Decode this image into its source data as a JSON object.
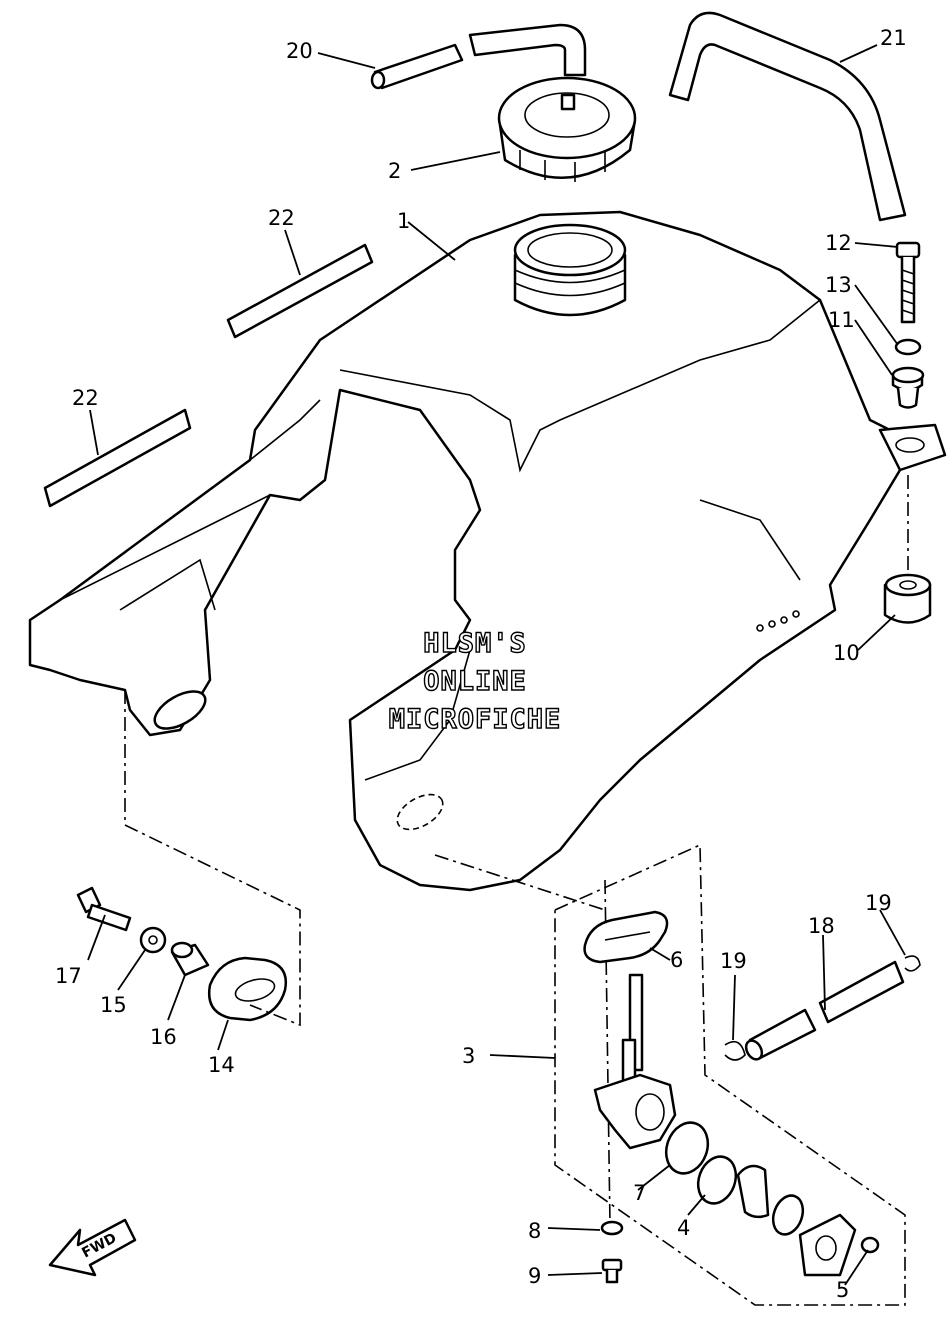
{
  "watermark": {
    "line1": "HLSM'S",
    "line2": "ONLINE",
    "line3": "MICROFICHE"
  },
  "direction_arrow": {
    "label": "FWD"
  },
  "callouts": {
    "c1": "1",
    "c2": "2",
    "c3": "3",
    "c4": "4",
    "c5": "5",
    "c6": "6",
    "c7": "7",
    "c8": "8",
    "c9": "9",
    "c10": "10",
    "c11": "11",
    "c12": "12",
    "c13": "13",
    "c14": "14",
    "c15": "15",
    "c16": "16",
    "c17": "17",
    "c18": "18",
    "c19a": "19",
    "c19b": "19",
    "c20": "20",
    "c21": "21",
    "c22a": "22",
    "c22b": "22"
  }
}
